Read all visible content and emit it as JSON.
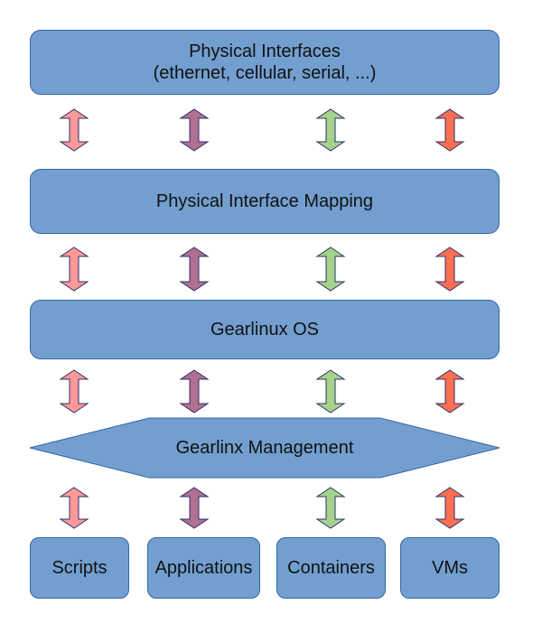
{
  "layers": {
    "physical_interfaces": "Physical Interfaces\n(ethernet, cellular, serial, ...)",
    "physical_interface_mapping": "Physical Interface Mapping",
    "os": "Gearlinux OS",
    "management": "Gearlinx Management"
  },
  "apps": {
    "scripts": "Scripts",
    "applications": "Applications",
    "containers": "Containers",
    "vms": "VMs"
  },
  "colors": {
    "box_fill": "#729fcf",
    "box_border": "#3465a4",
    "arrow_pink": "#ff9999",
    "arrow_mauve": "#b07090",
    "arrow_green": "#a6d38a",
    "arrow_orange": "#ff7050"
  }
}
